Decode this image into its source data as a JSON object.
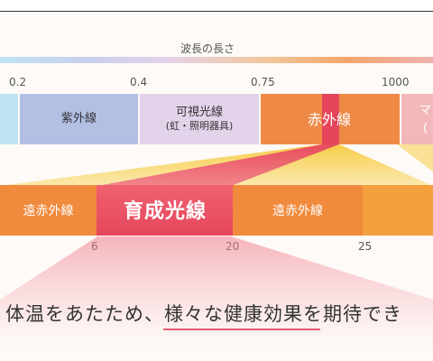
{
  "axis": {
    "title": "波長の長さ",
    "ticks": [
      "0.2",
      "0.4",
      "0.75",
      "1000"
    ]
  },
  "spectrum": {
    "uv_label": "紫外線",
    "visible_label": "可視光線",
    "visible_sub": "(虹・照明器具)",
    "ir_label": "赤外線",
    "right_partial_1": "マ",
    "right_partial_2": "("
  },
  "infrared": {
    "far_left_label": "遠赤外線",
    "growth_label": "育成光線",
    "far_right_label": "遠赤外線",
    "ticks": [
      "6",
      "20",
      "25"
    ]
  },
  "caption": {
    "before": "体温をあたため、",
    "highlight": "様々な健康効果",
    "after": "を期待でき"
  },
  "colors": {
    "uv_light": "#bfe3f2",
    "uv": "#b3c0e4",
    "visible": "#e3d3ea",
    "ir": "#ef8a46",
    "ir_peak": "#e6465c",
    "pink": "#f2b8b9",
    "growth": "#e6465c",
    "far_ir": "#f08a3c",
    "far_ir_dark": "#f3a03f"
  }
}
